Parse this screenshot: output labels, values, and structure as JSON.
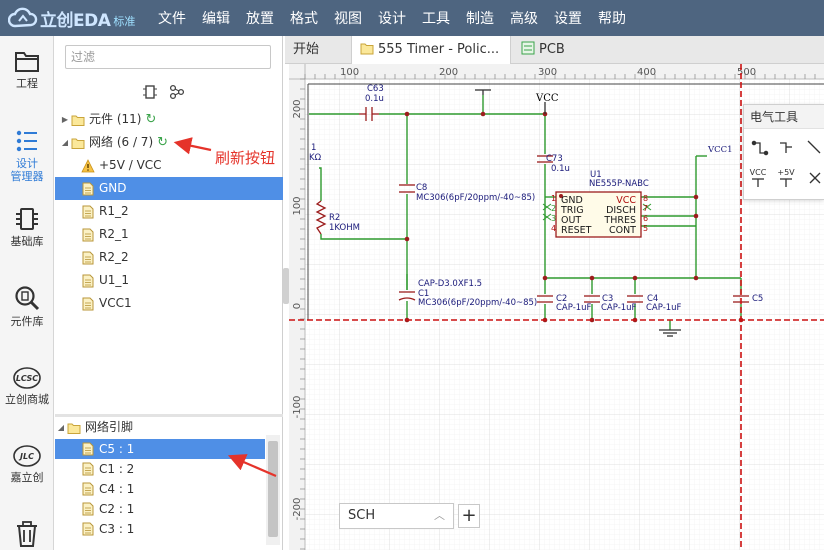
{
  "app": {
    "brand": "立创EDA",
    "edition": "标准"
  },
  "menu": [
    "文件",
    "编辑",
    "放置",
    "格式",
    "视图",
    "设计",
    "工具",
    "制造",
    "高级",
    "设置",
    "帮助"
  ],
  "rail": [
    {
      "label": "工程",
      "icon": "folder-icon"
    },
    {
      "label": "设计\n管理器",
      "icon": "design-manager-icon",
      "active": true
    },
    {
      "label": "基础库",
      "icon": "chip-icon"
    },
    {
      "label": "元件库",
      "icon": "component-search-icon"
    },
    {
      "label": "立创商城",
      "icon": "lcsc-icon"
    },
    {
      "label": "嘉立创",
      "icon": "jlc-icon"
    },
    {
      "label": "",
      "icon": "trash-icon"
    }
  ],
  "panel": {
    "filter_placeholder": "过滤",
    "tree": [
      {
        "label": "元件 (11)",
        "kind": "folder",
        "depth": 0,
        "refresh": true,
        "caret": "▶"
      },
      {
        "label": "网络 (6 / 7)",
        "kind": "folder",
        "depth": 0,
        "refresh": true,
        "caret": "◢"
      },
      {
        "label": "+5V / VCC",
        "kind": "warning",
        "depth": 1
      },
      {
        "label": "GND",
        "kind": "doc",
        "depth": 1,
        "selected": true
      },
      {
        "label": "R1_2",
        "kind": "doc",
        "depth": 1
      },
      {
        "label": "R2_1",
        "kind": "doc",
        "depth": 1
      },
      {
        "label": "R2_2",
        "kind": "doc",
        "depth": 1
      },
      {
        "label": "U1_1",
        "kind": "doc",
        "depth": 1
      },
      {
        "label": "VCC1",
        "kind": "doc",
        "depth": 1
      }
    ],
    "pins_title": "网络引脚",
    "pins": [
      {
        "label": "C5 : 1",
        "selected": true
      },
      {
        "label": "C1 : 2"
      },
      {
        "label": "C4 : 1"
      },
      {
        "label": "C2 : 1"
      },
      {
        "label": "C3 : 1"
      }
    ]
  },
  "annotation": {
    "text": "刷新按钮",
    "color": "#e5332a"
  },
  "tabs": [
    {
      "label": "开始",
      "icon": ""
    },
    {
      "label": "555 Timer - Polic...",
      "icon": "folder-icon",
      "active": true
    },
    {
      "label": "PCB",
      "icon": "pcb-icon"
    }
  ],
  "rulers": {
    "top": [
      "100",
      "200",
      "300",
      "400",
      "500"
    ],
    "left": [
      "200",
      "100",
      "0",
      "-100",
      "-200"
    ]
  },
  "schematic": {
    "vcc_top": "VCC",
    "vcc1": "VCC1",
    "C63": [
      "C63",
      "0.1u"
    ],
    "C73": [
      "C73",
      "0.1u"
    ],
    "C8": [
      "C8",
      "MC306(6pF/20ppm/-40~85)"
    ],
    "C1": [
      "CAP-D3.0XF1.5",
      "C1",
      "MC306(6pF/20ppm/-40~85)"
    ],
    "R2": [
      "R2",
      "1KOHM"
    ],
    "R1_partial": [
      "1",
      "KΩ"
    ],
    "U1": [
      "U1",
      "NE555P-NABC"
    ],
    "u1_left": [
      "GND",
      "TRIG",
      "OUT",
      "RESET"
    ],
    "u1_right": [
      "VCC",
      "DISCH",
      "THRES",
      "CONT"
    ],
    "u1_pins_left": [
      "1",
      "2",
      "3",
      "4"
    ],
    "u1_pins_right": [
      "8",
      "7",
      "6",
      "5"
    ],
    "C2": [
      "C2",
      "CAP-1uF"
    ],
    "C3": [
      "C3",
      "CAP-1uF"
    ],
    "C4": [
      "C4",
      "CAP-1uF"
    ],
    "C5": [
      "C5"
    ]
  },
  "electrical_tools": {
    "title": "电气工具",
    "labels": [
      "VCC",
      "+5V"
    ]
  },
  "sheet": {
    "current": "SCH",
    "add": "+"
  },
  "colors": {
    "topbar": "#4e6580",
    "accent": "#2f7bd6",
    "wire": "#2e9a2e",
    "crosshair": "#cc1111",
    "selection": "#4f8fe6"
  }
}
